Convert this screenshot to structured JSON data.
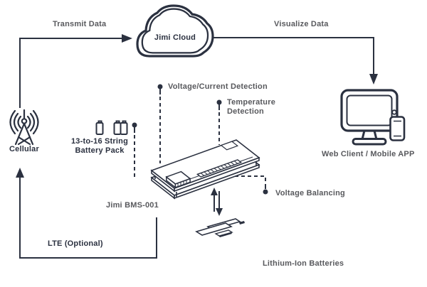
{
  "colors": {
    "line": "#2b3140",
    "text_gray": "#58595d",
    "text_navy": "#2b3140"
  },
  "cloud": {
    "label": "Jimi Cloud"
  },
  "arrows": {
    "transmit": "Transmit Data",
    "visualize": "Visualize Data",
    "lte": "LTE (Optional)"
  },
  "cellular": {
    "label": "Cellular"
  },
  "battery_pack": {
    "line1": "13-to-16 String",
    "line2": "Battery Pack"
  },
  "bms": {
    "label": "Jimi BMS-001"
  },
  "detections": {
    "voltage_current": "Voltage/Current Detection",
    "temperature_line1": "Temperature",
    "temperature_line2": "Detection",
    "voltage_balancing": "Voltage Balancing"
  },
  "client": {
    "label": "Web Client / Mobile APP"
  },
  "batteries": {
    "label": "Lithium-Ion Batteries"
  }
}
